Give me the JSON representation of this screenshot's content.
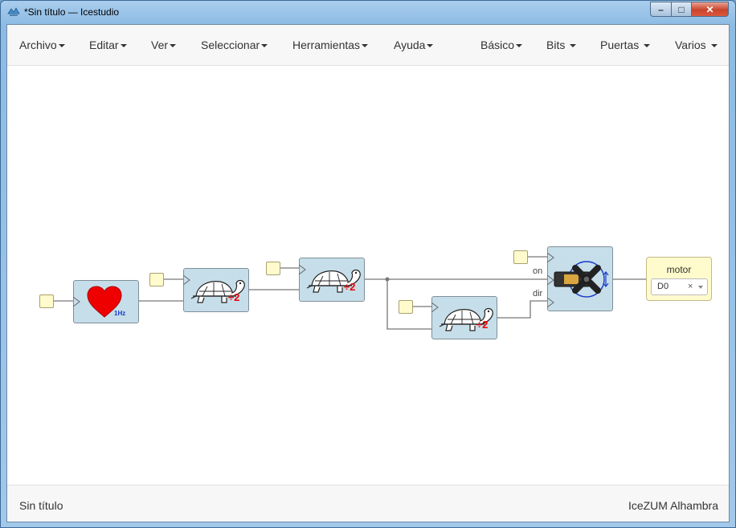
{
  "window": {
    "title": "*Sin título — Icestudio",
    "controls": {
      "minimize": "–",
      "maximize": "□",
      "close": "✕"
    }
  },
  "menu": {
    "left": [
      "Archivo",
      "Editar",
      "Ver",
      "Seleccionar",
      "Herramientas",
      "Ayuda"
    ],
    "right": [
      "Básico",
      "Bits",
      "Puertas",
      "Varios"
    ]
  },
  "canvas": {
    "blocks": [
      {
        "id": "heart",
        "icon": "heart-icon",
        "label": "1Hz"
      },
      {
        "id": "div1",
        "icon": "turtle-icon",
        "label": "÷2"
      },
      {
        "id": "div2",
        "icon": "turtle-icon",
        "label": "÷2"
      },
      {
        "id": "div3",
        "icon": "turtle-icon",
        "label": "÷2"
      },
      {
        "id": "servo",
        "icon": "servo-icon"
      }
    ],
    "wire_labels": {
      "on": "on",
      "dir": "dir"
    },
    "output": {
      "name": "motor",
      "pin": "D0",
      "clear": "×"
    }
  },
  "footer": {
    "left": "Sin título",
    "right": "IceZUM Alhambra"
  },
  "colors": {
    "block_fill": "#c6dee9",
    "port_fill": "#fffbcc",
    "heart": "#ee0000",
    "divider_label": "#ee0000"
  }
}
